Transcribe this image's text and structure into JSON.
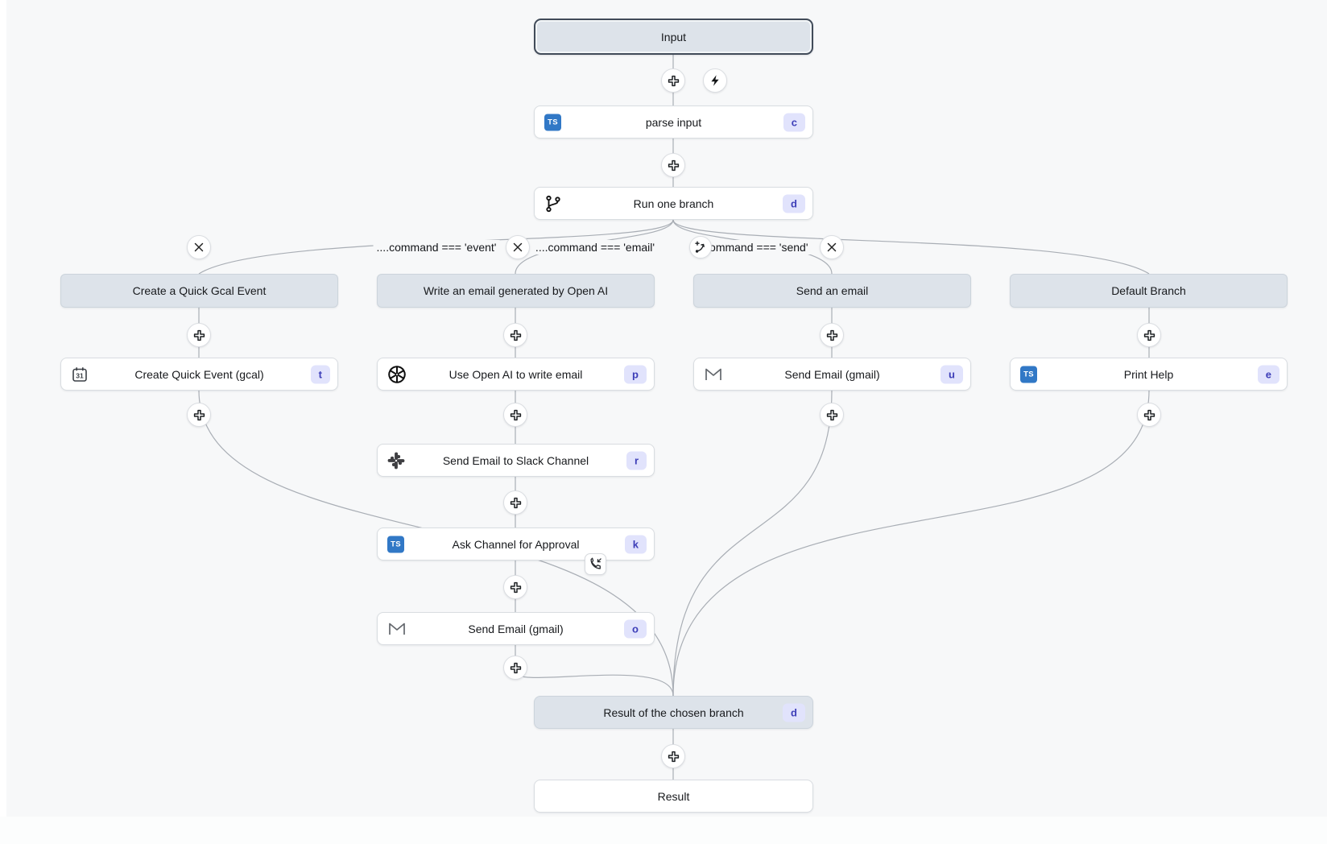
{
  "flow": {
    "input_label": "Input",
    "parse_input": {
      "label": "parse input",
      "badge": "c"
    },
    "run_one_branch": {
      "label": "Run one branch",
      "badge": "d"
    },
    "branch_conditions": [
      "....command === 'event'",
      "....command === 'email'",
      "....command === 'send'"
    ],
    "branches": [
      {
        "header": "Create a Quick Gcal Event",
        "steps": [
          {
            "label": "Create Quick Event (gcal)",
            "badge": "t",
            "icon": "gcal-icon"
          }
        ]
      },
      {
        "header": "Write an email generated by Open AI",
        "steps": [
          {
            "label": "Use Open AI to write email",
            "badge": "p",
            "icon": "openai-icon"
          },
          {
            "label": "Send Email to Slack Channel",
            "badge": "r",
            "icon": "slack-icon"
          },
          {
            "label": "Ask Channel for Approval",
            "badge": "k",
            "icon": "typescript-icon"
          },
          {
            "label": "Send Email (gmail)",
            "badge": "o",
            "icon": "gmail-icon"
          }
        ]
      },
      {
        "header": "Send an email",
        "steps": [
          {
            "label": "Send Email (gmail)",
            "badge": "u",
            "icon": "gmail-icon"
          }
        ]
      },
      {
        "header": "Default Branch",
        "steps": [
          {
            "label": "Print Help",
            "badge": "e",
            "icon": "typescript-icon"
          }
        ]
      }
    ],
    "result_branch": {
      "label": "Result of the chosen branch",
      "badge": "d"
    },
    "result_label": "Result"
  },
  "icons": {
    "typescript_label": "TS",
    "gcal_day": "31"
  },
  "colors": {
    "canvas_bg": "#f7f8f9",
    "node_header_bg": "#dde3ea",
    "input_border": "#414b59",
    "typescript_blue": "#3178c6",
    "badge_bg": "#e1e3fc",
    "badge_text": "#3d3eb8",
    "edge": "#a9aeb5"
  }
}
